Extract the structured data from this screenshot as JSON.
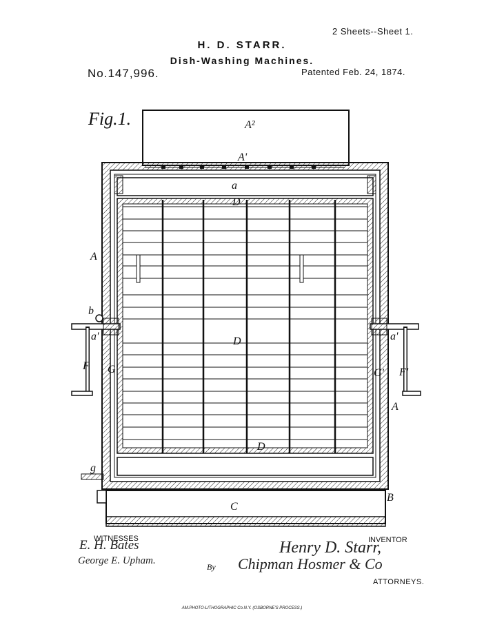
{
  "header": {
    "sheets": "2 Sheets--Sheet 1.",
    "inventor": "H. D. STARR.",
    "title": "Dish-Washing Machines.",
    "patent_no": "No.147,996.",
    "patent_date": "Patented Feb. 24, 1874."
  },
  "figure": {
    "label": "Fig.1.",
    "refs": {
      "A2": "A²",
      "A1": "A'",
      "a_top": "a",
      "D_top": "D",
      "A_left": "A",
      "b": "b",
      "a_left": "a'",
      "D_mid": "D",
      "F_left": "F",
      "G_left": "G'",
      "a_right": "a'",
      "G_right": "G'",
      "F_right": "F'",
      "A_right": "A",
      "D_bottom": "D",
      "g": "g",
      "C": "C",
      "B": "B"
    }
  },
  "footer": {
    "witnesses_label": "WITNESSES",
    "witness1": "E. H. Bates",
    "witness2": "George E. Upham.",
    "by": "By",
    "inventor_label": "INVENTOR",
    "inventor_signature": "Henry D. Starr,",
    "attorneys_signature": "Chipman Hosmer & Co",
    "attorneys_label": "ATTORNEYS.",
    "printer": "AM.PHOTO-LITHOGRAPHIC Co.N.Y. (OSBORNE'S PROCESS.)"
  }
}
